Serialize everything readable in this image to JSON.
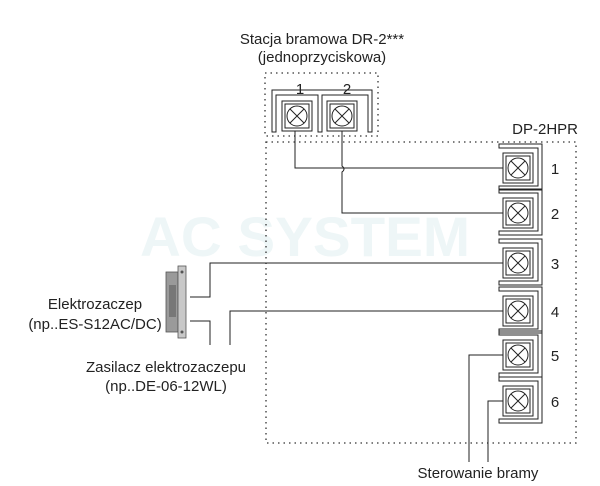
{
  "watermark": "AC SYSTEM",
  "door_station": {
    "title": "Stacja bramowa DR-2***",
    "subtitle": "(jednoprzyciskowa)",
    "terminals": [
      "1",
      "2"
    ]
  },
  "monitor": {
    "title": "DP-2HPR",
    "terminals": [
      "1",
      "2",
      "3",
      "4",
      "5",
      "6"
    ]
  },
  "lock": {
    "title": "Elektrozaczep",
    "subtitle": "(np..ES-S12AC/DC)"
  },
  "power_supply": {
    "title": "Zasilacz elektrozaczepu",
    "subtitle": "(np..DE-06-12WL)"
  },
  "gate_control": {
    "title": "Sterowanie bramy"
  }
}
